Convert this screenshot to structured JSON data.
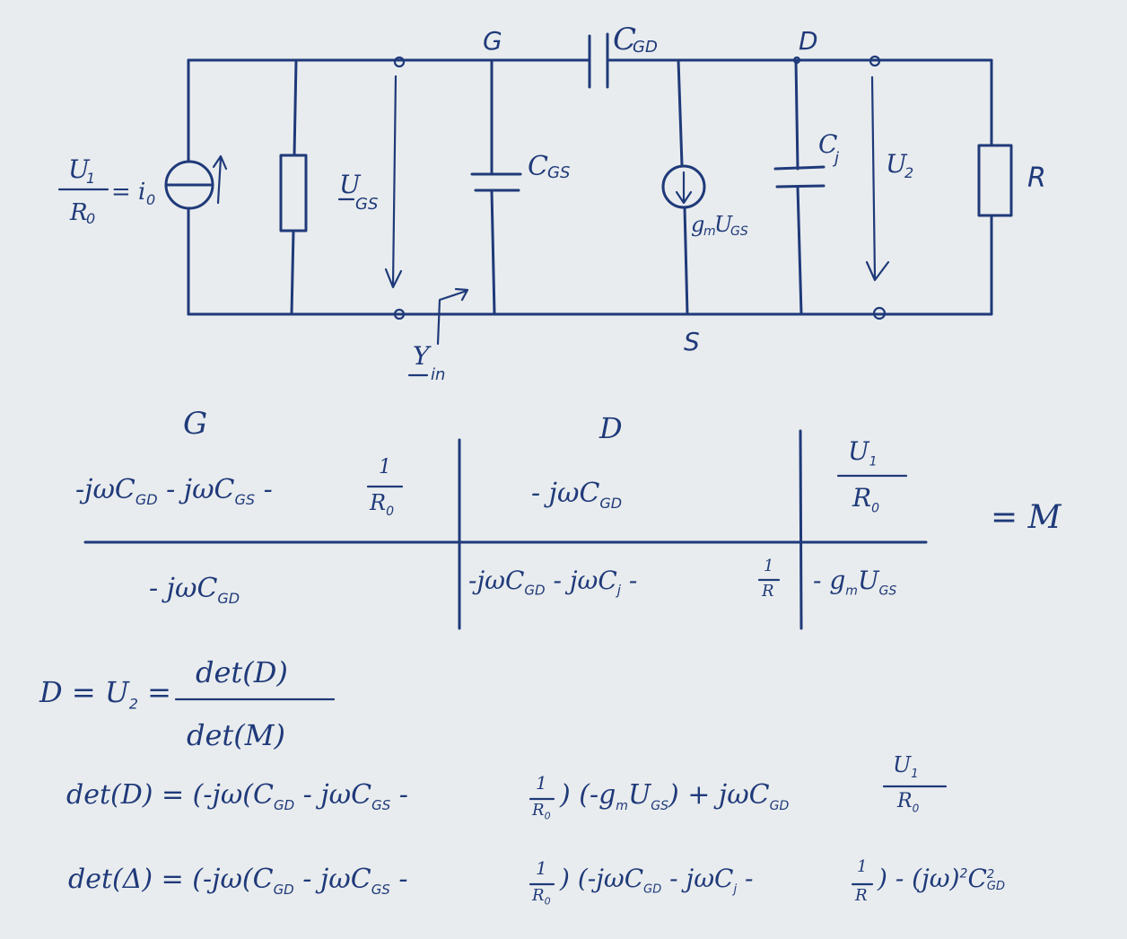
{
  "colors": {
    "ink": "#1f3a7a",
    "paper": "#e9ecee"
  },
  "circuit": {
    "node_g": "G",
    "node_d": "D",
    "node_s": "S",
    "cap_gd": "C",
    "cap_gd_sub": "GD",
    "cap_gs": "C",
    "cap_gs_sub": "GS",
    "cap_j": "C",
    "cap_j_sub": "j",
    "source_num": "U",
    "source_num_sub": "1",
    "source_den": "R",
    "source_den_sub": "0",
    "source_eq": "= i",
    "source_eq_sub": "0",
    "u_gs": "U",
    "u_gs_sub": "GS",
    "u2": "U",
    "u2_sub": "2",
    "resistor_r": "R",
    "gm": "g",
    "gm_sub": "m",
    "gm_u": "U",
    "gm_u_sub": "GS",
    "y_in": "Y",
    "y_in_sub": "in"
  },
  "matrix": {
    "col_g": "G",
    "col_d": "D",
    "r1c1": "-jωC",
    "r1c1_a_sub": "GD",
    "r1c1_b": " - jωC",
    "r1c1_b_sub": "GS",
    "r1c1_c": " - ",
    "r1c1_frac_num": "1",
    "r1c1_frac_den": "R",
    "r1c1_frac_den_sub": "0",
    "r1c2": "- jωC",
    "r1c2_sub": "GD",
    "r1c3_num": "U",
    "r1c3_num_sub": "1",
    "r1c3_den": "R",
    "r1c3_den_sub": "0",
    "r2c1": "- jωC",
    "r2c1_sub": "GD",
    "r2c2": "-jωC",
    "r2c2_sub": "GD",
    "r2c2_b": " - jωC",
    "r2c2_b_sub": "j",
    "r2c2_c": " - ",
    "r2c2_frac_num": "1",
    "r2c2_frac_den": "R",
    "r2c3": "- g",
    "r2c3_sub": "m",
    "r2c3_b": "U",
    "r2c3_b_sub": "GS",
    "equals_m": "= M"
  },
  "equations": {
    "line1_left": "D = U",
    "line1_left_sub": "2",
    "line1_eq": " = ",
    "line1_num": "det(D)",
    "line1_den": "det(M)",
    "line2": "det(D) = (-jω(C",
    "line2_a_sub": "GD",
    "line2_b": " - jωC",
    "line2_b_sub": "GS",
    "line2_c": " - ",
    "line2_frac_num": "1",
    "line2_frac_den": "R",
    "line2_frac_den_sub": "0",
    "line2_d": ") (-g",
    "line2_d_sub": "m",
    "line2_e": "U",
    "line2_e_sub": "GS",
    "line2_f": ") + jωC",
    "line2_f_sub": "GD",
    "line2_frac2_num": "U",
    "line2_frac2_num_sub": "1",
    "line2_frac2_den": "R",
    "line2_frac2_den_sub": "0",
    "line3": "det(Δ) = (-jω(C",
    "line3_a_sub": "GD",
    "line3_b": " - jωC",
    "line3_b_sub": "GS",
    "line3_c": " - ",
    "line3_frac_num": "1",
    "line3_frac_den": "R",
    "line3_frac_den_sub": "0",
    "line3_d": ") (-jωC",
    "line3_d_sub": "GD",
    "line3_e": " - jωC",
    "line3_e_sub": "j",
    "line3_f": " - ",
    "line3_frac2_num": "1",
    "line3_frac2_den": "R",
    "line3_g": ") - (jω)",
    "line3_g_sup": "2",
    "line3_h": "C",
    "line3_h_sup": "2",
    "line3_h_sub": "GD"
  }
}
